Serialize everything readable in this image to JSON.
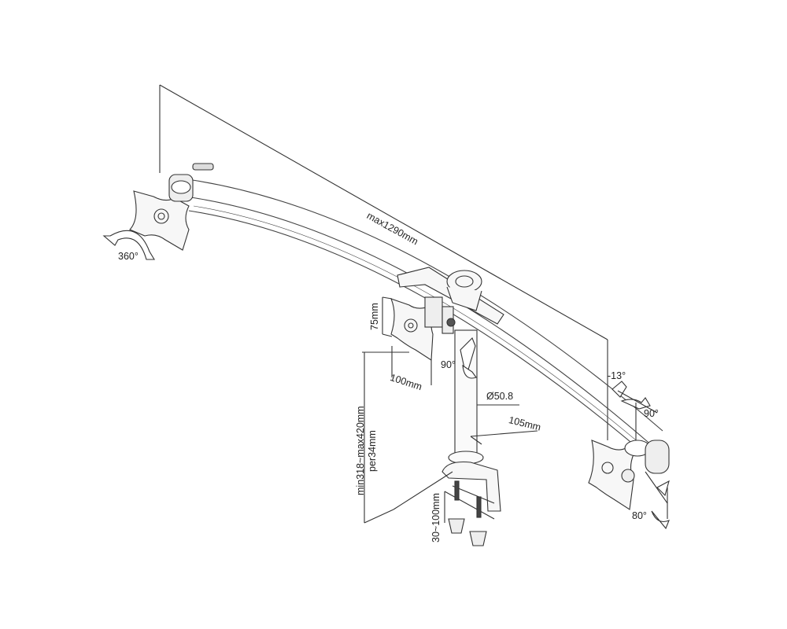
{
  "diagram": {
    "title": "Triple monitor desk mount dimensions",
    "colors": {
      "line": "#333333",
      "fill": "#f2f2f2",
      "background": "#ffffff"
    },
    "labels": {
      "max_width": "max1290mm",
      "left_rotation": "360°",
      "vesa_height": "75mm",
      "vesa_width": "100mm",
      "center_swivel": "90°",
      "pole_diameter": "Ø50.8",
      "pole_height": "min318~max420mm",
      "pole_step": "per34mm",
      "clamp_depth": "105mm",
      "clamp_range": "30~100mm",
      "tilt_up": "-13°",
      "swivel_right": "90°",
      "tilt_down": "80°"
    }
  }
}
